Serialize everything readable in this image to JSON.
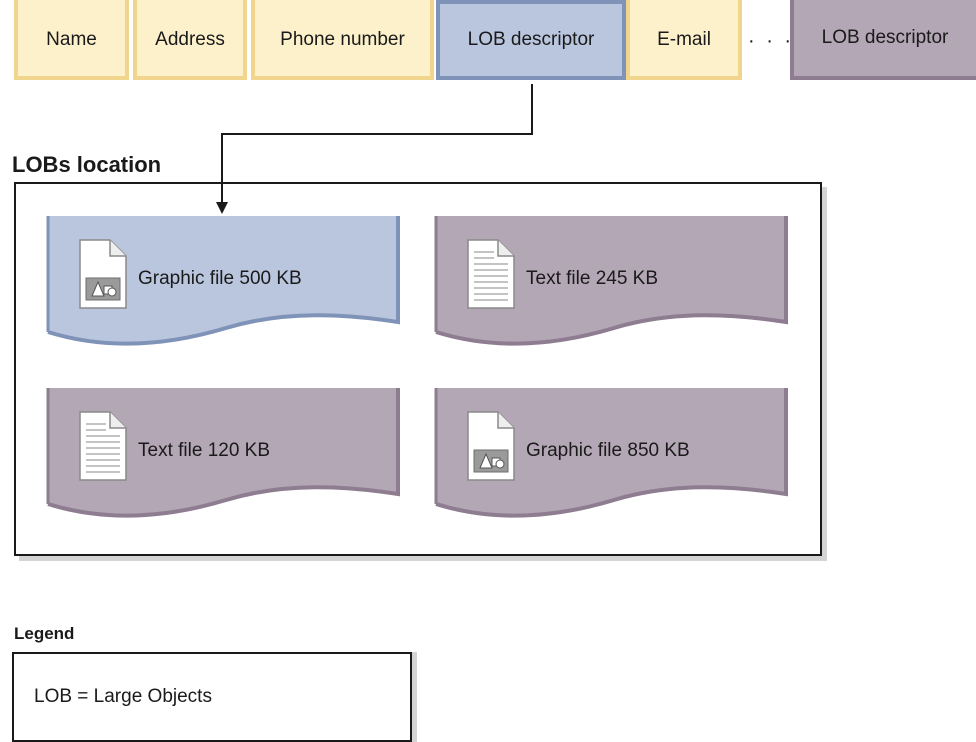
{
  "record_fields": [
    {
      "label": "Name",
      "kind": "plain"
    },
    {
      "label": "Address",
      "kind": "plain"
    },
    {
      "label": "Phone number",
      "kind": "plain"
    },
    {
      "label": "LOB descriptor",
      "kind": "lob-blue"
    },
    {
      "label": "E-mail",
      "kind": "plain"
    },
    {
      "label": "LOB descriptor",
      "kind": "lob-purple"
    }
  ],
  "ellipsis": "· · ·",
  "lobs_location": {
    "title": "LOBs location",
    "files": [
      {
        "label": "Graphic file 500 KB",
        "type": "graphic",
        "color": "blue"
      },
      {
        "label": "Text file 245 KB",
        "type": "text",
        "color": "purple"
      },
      {
        "label": "Text file 120 KB",
        "type": "text",
        "color": "purple"
      },
      {
        "label": "Graphic file 850 KB",
        "type": "graphic",
        "color": "purple"
      }
    ]
  },
  "legend": {
    "title": "Legend",
    "text": "LOB = Large Objects"
  },
  "colors": {
    "field_fill": "#fdf1cc",
    "field_border": "#f2d58c",
    "lob_blue_fill": "#bac6de",
    "lob_blue_border": "#7f93b8",
    "lob_purple_fill": "#b3a6b5",
    "lob_purple_border": "#8e7c90"
  }
}
